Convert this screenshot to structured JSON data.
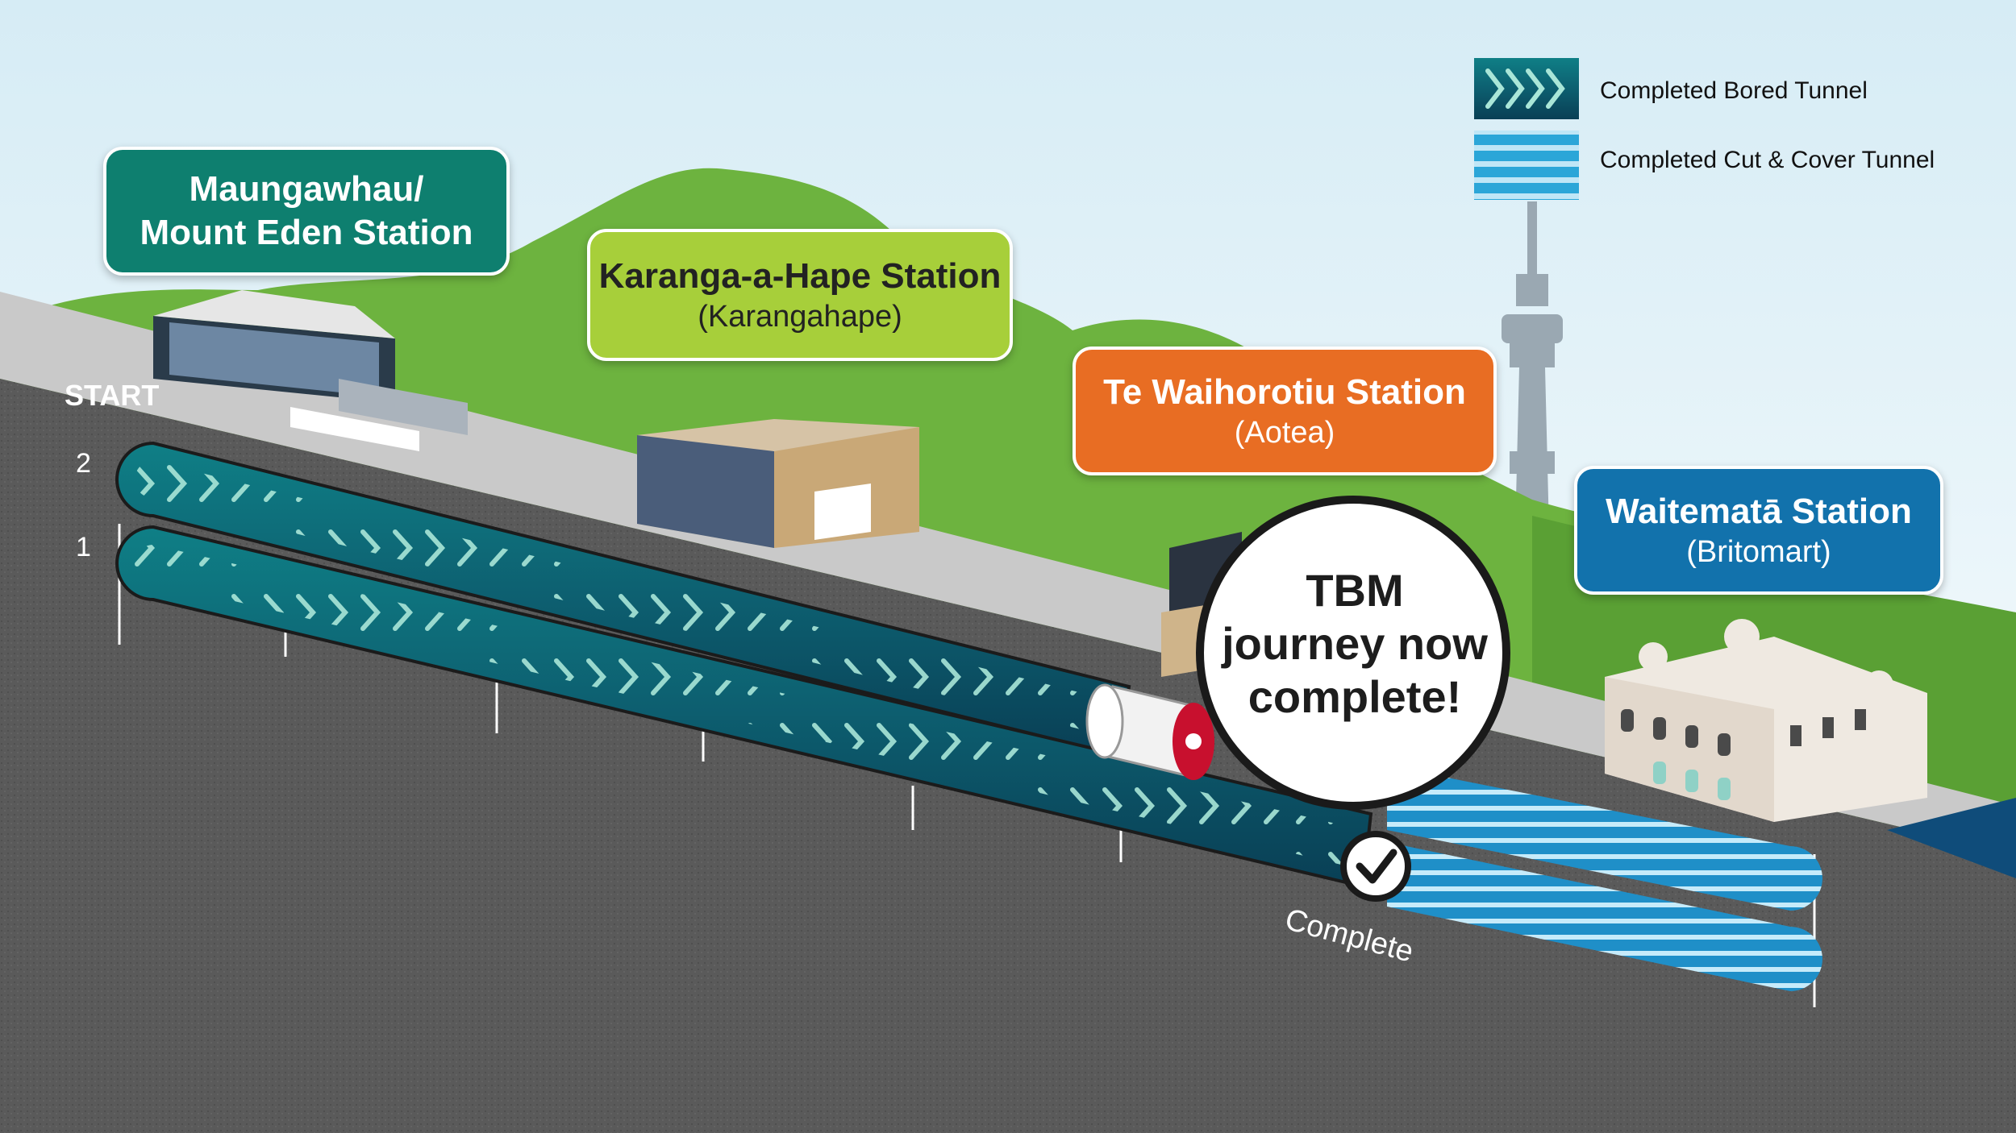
{
  "stations": [
    {
      "name_line1": "Maungawhau/",
      "name_line2": "Mount Eden Station",
      "subtitle": "",
      "color": "#0e7f6f"
    },
    {
      "name_line1": "Karanga-a-Hape Station",
      "name_line2": "",
      "subtitle": "(Karangahape)",
      "color": "#a7cf3a"
    },
    {
      "name_line1": "Te Waihorotiu Station",
      "name_line2": "",
      "subtitle": "(Aotea)",
      "color": "#e86d23"
    },
    {
      "name_line1": "Waitematā Station",
      "name_line2": "",
      "subtitle": "(Britomart)",
      "color": "#1272ac"
    }
  ],
  "legend": {
    "bored_tunnel": "Completed Bored Tunnel",
    "cut_cover_tunnel": "Completed Cut & Cover Tunnel"
  },
  "start_label": "START",
  "tunnel_labels": [
    "2",
    "1"
  ],
  "tbm_message": {
    "line1": "TBM",
    "line2": "journey now",
    "line3": "complete!"
  },
  "status_label": "Complete",
  "colors": {
    "ground": "#5a5a5a",
    "surface": "#c9c9c9",
    "bored_tunnel": "#0d5f70",
    "cut_cover": "#2ba6d8",
    "hills": "#6db33f"
  }
}
